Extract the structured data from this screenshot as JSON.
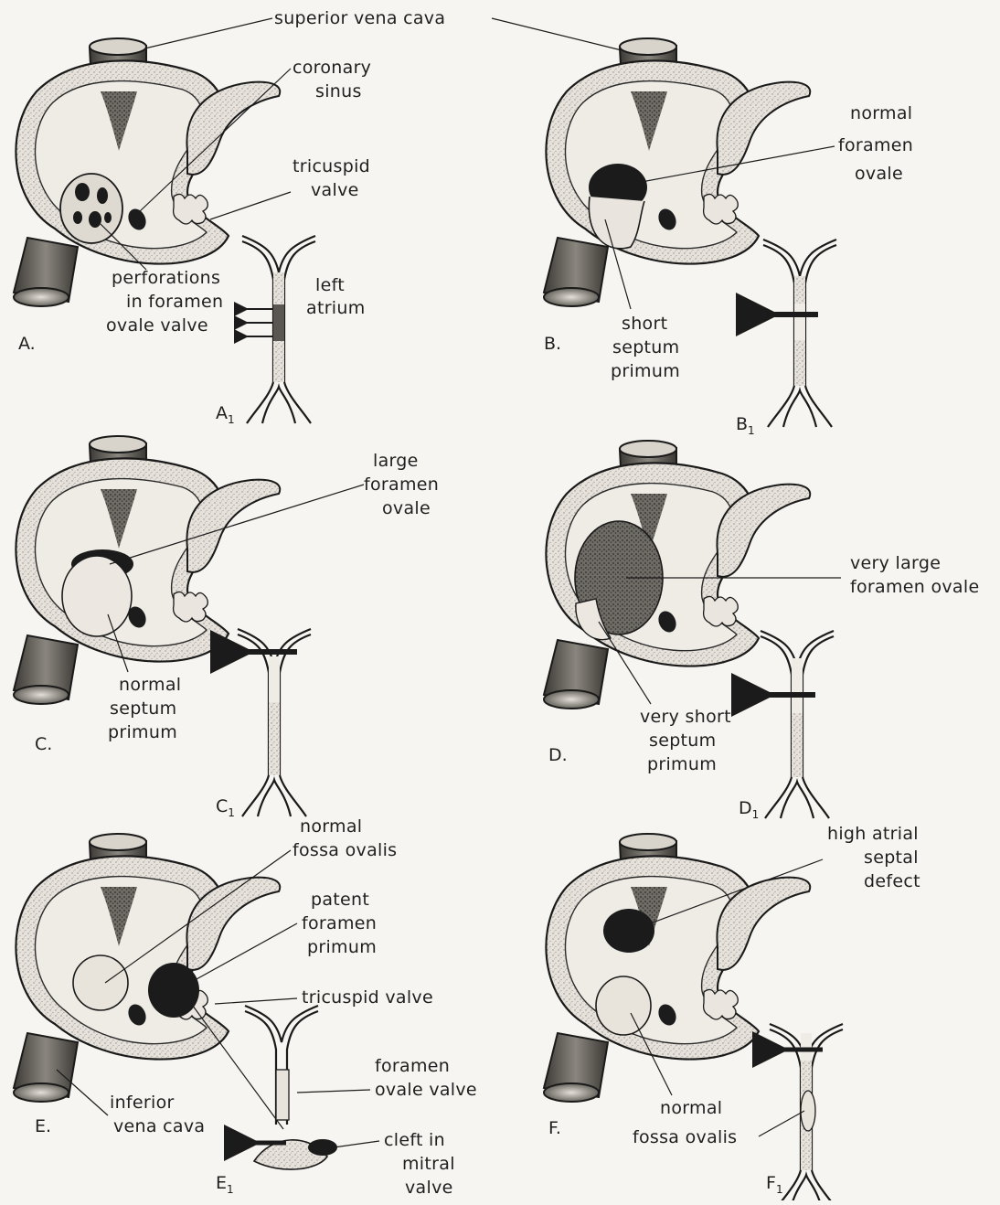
{
  "top_label": "superior vena cava",
  "panels": {
    "A": {
      "letter": "A.",
      "sub_letter": "A",
      "sub_index": "1",
      "labels": {
        "coronary_sinus": [
          "coronary",
          "sinus"
        ],
        "tricuspid_valve": [
          "tricuspid",
          "valve"
        ],
        "left_atrium": [
          "left",
          "atrium"
        ],
        "perforations": [
          "perforations",
          "in foramen",
          "ovale valve"
        ]
      }
    },
    "B": {
      "letter": "B.",
      "sub_letter": "B",
      "sub_index": "1",
      "labels": {
        "foramen": [
          "normal",
          "foramen",
          "ovale"
        ],
        "septum": [
          "short",
          "septum",
          "primum"
        ]
      }
    },
    "C": {
      "letter": "C.",
      "sub_letter": "C",
      "sub_index": "1",
      "labels": {
        "foramen": [
          "large",
          "foramen",
          "ovale"
        ],
        "septum": [
          "normal",
          "septum",
          "primum"
        ]
      }
    },
    "D": {
      "letter": "D.",
      "sub_letter": "D",
      "sub_index": "1",
      "labels": {
        "foramen": [
          "very large",
          "foramen ovale"
        ],
        "septum": [
          "very short",
          "septum",
          "primum"
        ]
      }
    },
    "E": {
      "letter": "E.",
      "sub_letter": "E",
      "sub_index": "1",
      "labels": {
        "fossa": [
          "normal",
          "fossa ovalis"
        ],
        "primum": [
          "patent",
          "foramen",
          "primum"
        ],
        "tricuspid": [
          "tricuspid valve"
        ],
        "valve": [
          "foramen",
          "ovale valve"
        ],
        "cleft": [
          "cleft in",
          "mitral",
          "valve"
        ],
        "ivc": [
          "inferior",
          "vena cava"
        ]
      }
    },
    "F": {
      "letter": "F.",
      "sub_letter": "F",
      "sub_index": "1",
      "labels": {
        "defect": [
          "high atrial",
          "septal",
          "defect"
        ],
        "fossa": [
          "normal",
          "fossa ovalis"
        ]
      }
    }
  }
}
